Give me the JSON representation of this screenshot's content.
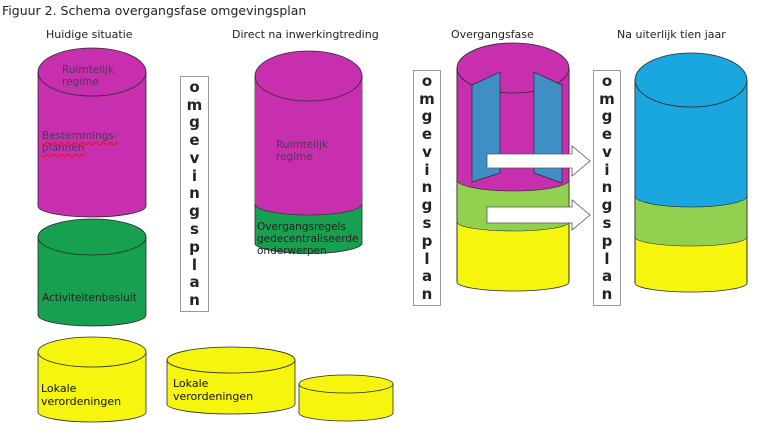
{
  "figure_title": "Figuur 2. Schema overgangsfase omgevingsplan",
  "columns": [
    {
      "title": "Huidige situatie"
    },
    {
      "title": "Direct na inwerkingtreding"
    },
    {
      "title": "Overgangsfase"
    },
    {
      "title": "Na uiterlijk tien jaar"
    }
  ],
  "labels": {
    "ruimtelijk_regime_1": "Ruimtelijk\nregime",
    "bestemmingsplannen": "Bestemmings-\nplannen",
    "activiteitenbesluit": "Activiteitenbesluit",
    "lokale_verordeningen_1": "Lokale\nverordeningen",
    "ruimtelijk_regime_2": "Ruimtelijk\nregime",
    "overgangsregels": "Overgangsregels\ngedecentraliseerde\nonderwerpen",
    "lokale_verordeningen_2": "Lokale\nverordeningen"
  },
  "vertical_word": "omgevingsplan",
  "colors": {
    "magenta": "#c72fae",
    "green_dark": "#17a050",
    "yellow": "#f5f50e",
    "light_green": "#92d050",
    "blue": "#1aa7df",
    "steel_blue": "#3f8fc4"
  }
}
